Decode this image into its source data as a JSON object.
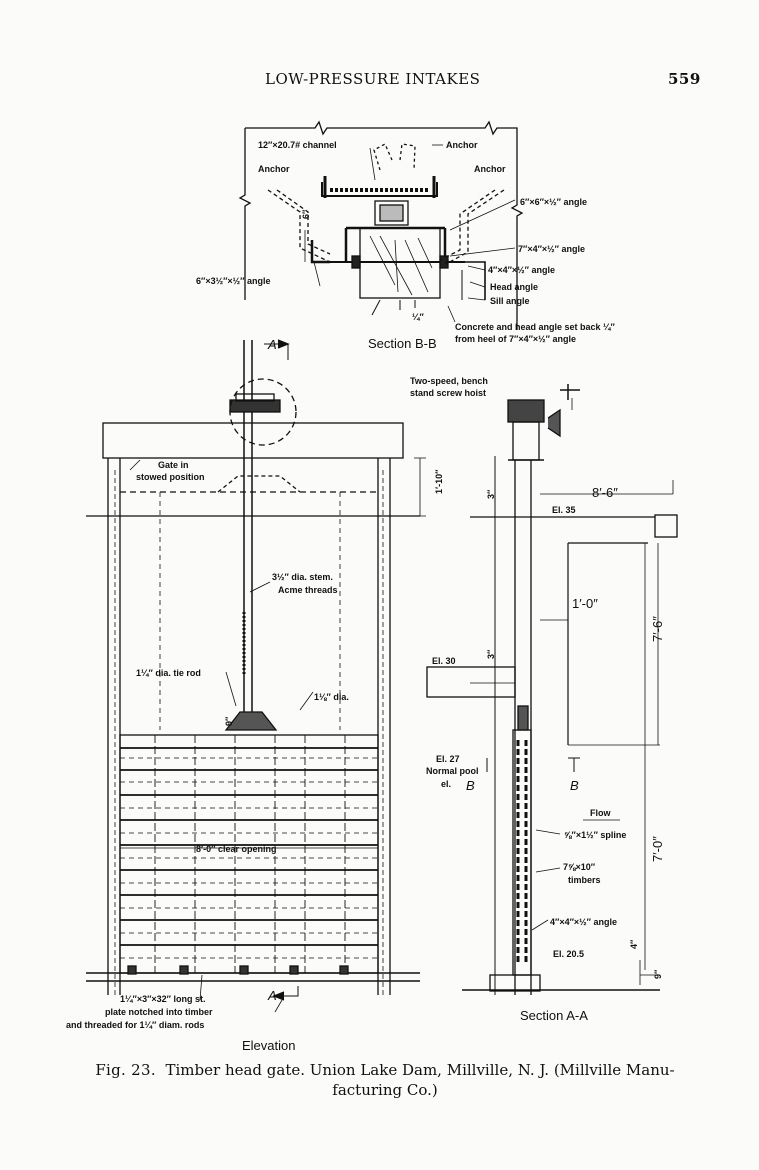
{
  "header": {
    "title": "LOW-PRESSURE INTAKES",
    "page": "559"
  },
  "section_bb": {
    "channel": "12″×20.7# channel",
    "anchor_top": "Anchor",
    "anchor_left": "Anchor",
    "anchor_right": "Anchor",
    "angle_6x6": "6″×6″×½″ angle",
    "angle_7x4": "7″×4″×½″ angle",
    "angle_4x4": "4″×4″×½″ angle",
    "head_angle": "Head angle",
    "sill_angle": "Sill angle",
    "angle_left": "6″×3½″×½″ angle",
    "dim_quarter": "¼″",
    "dim_six": "6″",
    "note1": "Concrete and head angle set back ¼″",
    "note2": "from heel of 7″×4″×½″ angle",
    "title": "Section B-B"
  },
  "elevation": {
    "section_marker_top": "A",
    "section_marker_bottom": "A",
    "gate_stowed_1": "Gate in",
    "gate_stowed_2": "stowed position",
    "dim_1_10": "1′-10″",
    "stem_1": "3½″ dia. stem.",
    "stem_2": "Acme threads",
    "tie_rod": "1¼″ dia. tie rod",
    "dia_small": "1⅛″ dia.",
    "dim_9": "9″",
    "clear_opening": "8′-0″ clear opening",
    "plate_1": "1¼″×3″×32″ long st.",
    "plate_2": "plate notched into timber",
    "plate_3": "and threaded for 1¼″ diam. rods",
    "title": "Elevation"
  },
  "section_aa": {
    "hoist_1": "Two-speed, bench",
    "hoist_2": "stand screw hoist",
    "dim_8_6": "8′-6″",
    "el_35": "El. 35",
    "dim_3_top": "3″",
    "dim_1_0": "1′-0″",
    "dim_7_6": "7′-6″",
    "el_30": "El. 30",
    "dim_3_mid": "3″",
    "el_27": "El. 27",
    "normal_pool_1": "Normal pool",
    "normal_pool_2": "el.",
    "marker_b_left": "B",
    "marker_b_right": "B",
    "flow": "Flow",
    "spline": "⅝″×1½″ spline",
    "timbers_1": "7⅝×10″",
    "timbers_2": "timbers",
    "dim_7_0": "7′-0″",
    "angle": "4″×4″×½″ angle",
    "el_20_5": "El. 20.5",
    "dim_4": "4″",
    "dim_9": "9″",
    "title": "Section A-A"
  },
  "caption": {
    "figure": "Fig. 23.",
    "text": "Timber head gate. Union Lake Dam, Millville, N. J. (Millville Manu-",
    "text2": "facturing Co.)"
  }
}
